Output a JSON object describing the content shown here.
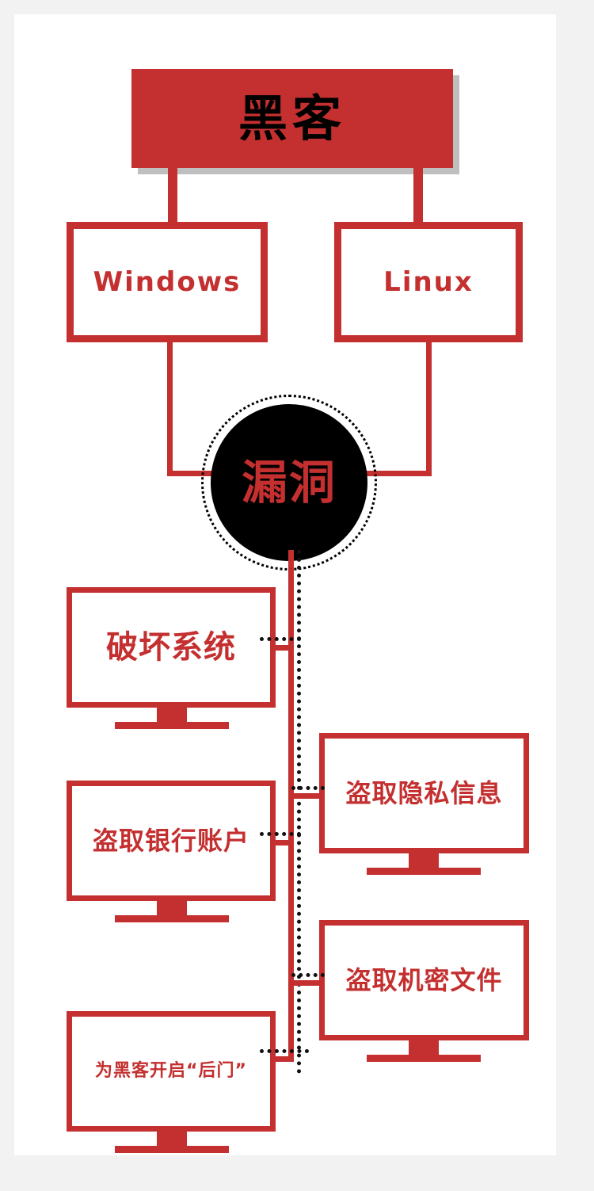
{
  "poster": {
    "background_color": "#f2f2f2",
    "canvas_color": "#ffffff",
    "accent_color": "#c42f2f",
    "hub_color": "#000000",
    "shadow_color": "#bfbfbf"
  },
  "title": {
    "label": "黑客"
  },
  "platforms": [
    {
      "label": "Windows"
    },
    {
      "label": "Linux"
    }
  ],
  "hub": {
    "label": "漏洞"
  },
  "outcomes": [
    {
      "label": "破坏系统",
      "side": "left",
      "size": "lg"
    },
    {
      "label": "盗取隐私信息",
      "side": "right",
      "size": "md"
    },
    {
      "label": "盗取银行账户",
      "side": "left",
      "size": "md"
    },
    {
      "label": "盗取机密文件",
      "side": "right",
      "size": "md"
    },
    {
      "label": "为黑客开启“后门”",
      "side": "left",
      "size": "sm"
    }
  ]
}
